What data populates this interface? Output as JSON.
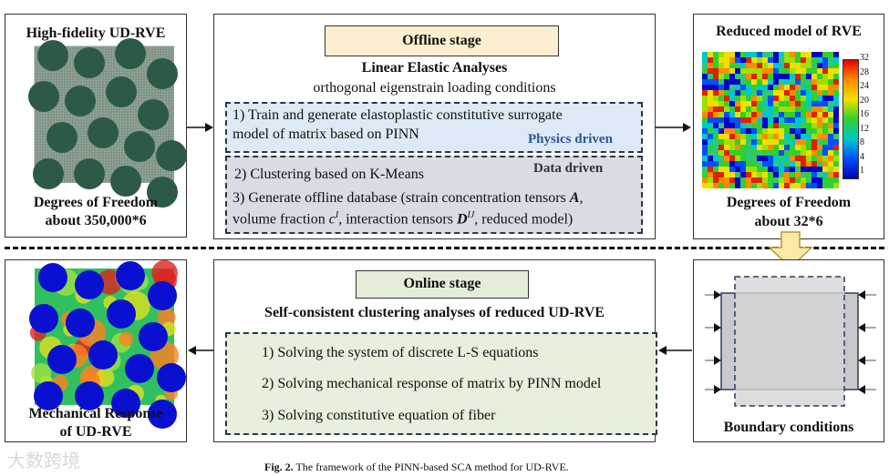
{
  "panels": {
    "hifi": {
      "title": "High-fidelity UD-RVE",
      "dof_line1": "Degrees of Freedom",
      "dof_line2": "about 350,000*6"
    },
    "offline": {
      "stage_label": "Offline stage",
      "heading": "Linear Elastic Analyses",
      "subheading": "orthogonal eigenstrain loading conditions",
      "step1_line1": "1) Train and generate elastoplastic constitutive surrogate",
      "step1_line2": "model of matrix based on PINN",
      "physics_label": "Physics driven",
      "data_label": "Data driven",
      "step2": "2) Clustering based on K-Means",
      "step3_a": "3) Generate offline database (strain concentration tensors ",
      "step3_A": "A",
      "step3_b": ",",
      "step3_c": "volume fraction ",
      "step3_cI": "c",
      "step3_cI_sup": "I",
      "step3_d": ", interaction tensors ",
      "step3_D": "D",
      "step3_D_sup": "IJ",
      "step3_e": ", reduced model)"
    },
    "reduced": {
      "title": "Reduced model of RVE",
      "colorbar_ticks": [
        "32",
        "28",
        "24",
        "20",
        "16",
        "12",
        "8",
        "4",
        "1"
      ],
      "dof_line1": "Degrees of Freedom",
      "dof_line2": "about 32*6"
    },
    "online": {
      "stage_label": "Online stage",
      "heading": "Self-consistent clustering analyses of reduced UD-RVE",
      "step1": "1) Solving the system of discrete L-S equations",
      "step2": "2) Solving mechanical response of matrix by PINN model",
      "step3": "3) Solving constitutive equation of fiber"
    },
    "response": {
      "line1": "Mechanical Response",
      "line2": "of UD-RVE"
    },
    "boundary": {
      "label": "Boundary conditions"
    }
  },
  "caption": {
    "fig": "Fig. 2.",
    "text": "The framework of the PINN-based SCA method for UD-RVE."
  },
  "watermark": "大数跨境",
  "colors": {
    "offline_label_bg": "#fcefd0",
    "online_label_bg": "#e3edd8",
    "physics_bg": "#dde9f5",
    "data_bg": "#d9dce3",
    "online_steps_bg": "#e6f0dc",
    "physics_text": "#2f5597",
    "fiber_green": "#2d5a47",
    "arrow_yellow": "#fbe9a8"
  }
}
